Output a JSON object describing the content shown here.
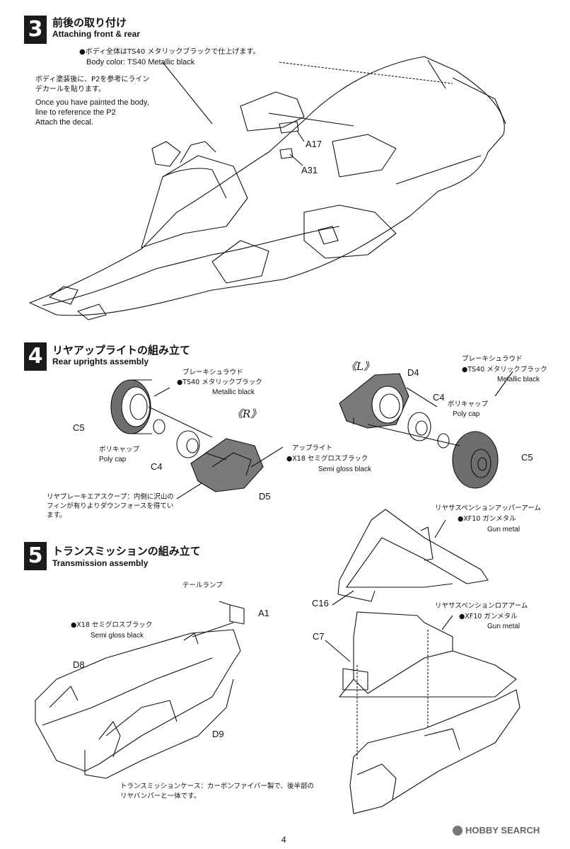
{
  "step3": {
    "number": "3",
    "title_jp": "前後の取り付け",
    "title_en": "Attaching front & rear",
    "body_color_jp": "●ボディ全体はTS40 メタリックブラックで仕上げます。",
    "body_color_en": "Body color: TS40 Metallic black",
    "decal_jp_1": "ボディ塗装後に、P2を参考にライン",
    "decal_jp_2": "デカールを貼ります。",
    "decal_en_1": "Once you have painted the body,",
    "decal_en_2": "line to reference the P2",
    "decal_en_3": "Attach the decal.",
    "parts": [
      "A17",
      "A31"
    ]
  },
  "step4": {
    "number": "4",
    "title_jp": "リヤアップライトの組み立て",
    "title_en": "Rear uprights assembly",
    "shroud_jp_1": "ブレーキシュラウド",
    "shroud_jp_2": "●TS40 メタリックブラック",
    "shroud_en": "Metallic black",
    "right_mark": "《R》",
    "left_mark": "《L》",
    "poly_jp": "ポリキャップ",
    "poly_en": "Poly cap",
    "upright_jp_1": "アップライト",
    "upright_jp_2": "●X18 セミグロスブラック",
    "upright_en": "Semi gloss black",
    "scoop_jp_1": "リヤブレーキエアスクープ：内側に沢山の",
    "scoop_jp_2": "フィンが有りよりダウンフォースを得てい",
    "scoop_jp_3": "ます。",
    "parts": [
      "C5",
      "C4",
      "D5",
      "D4",
      "C4",
      "C5"
    ]
  },
  "step5": {
    "number": "5",
    "title_jp": "トランスミッションの組み立て",
    "title_en": "Transmission assembly",
    "tail_lamp_jp": "テールランプ",
    "trans_color_jp": "●X18 セミグロスブラック",
    "trans_color_en": "Semi gloss black",
    "upper_arm_jp": "リヤサスペンションアッパーアーム",
    "upper_arm_color_jp": "●XF10 ガンメタル",
    "upper_arm_color_en": "Gun metal",
    "lower_arm_jp": "リヤサスペンションロアアーム",
    "lower_arm_color_jp": "●XF10 ガンメタル",
    "lower_arm_color_en": "Gun metal",
    "case_jp_1": "トランスミッションケース：カーボンファイバー製で、後半部の",
    "case_jp_2": "リヤバンパーと一体です。",
    "parts": [
      "A1",
      "D8",
      "D9",
      "C16",
      "C7"
    ]
  },
  "footer": {
    "page_number": "4",
    "watermark": "HOBBY SEARCH"
  },
  "colors": {
    "ink": "#111111",
    "step_badge": "#1a1a1a",
    "tire_fill": "#6e6e6e",
    "upright_fill": "#7a7a7a"
  }
}
